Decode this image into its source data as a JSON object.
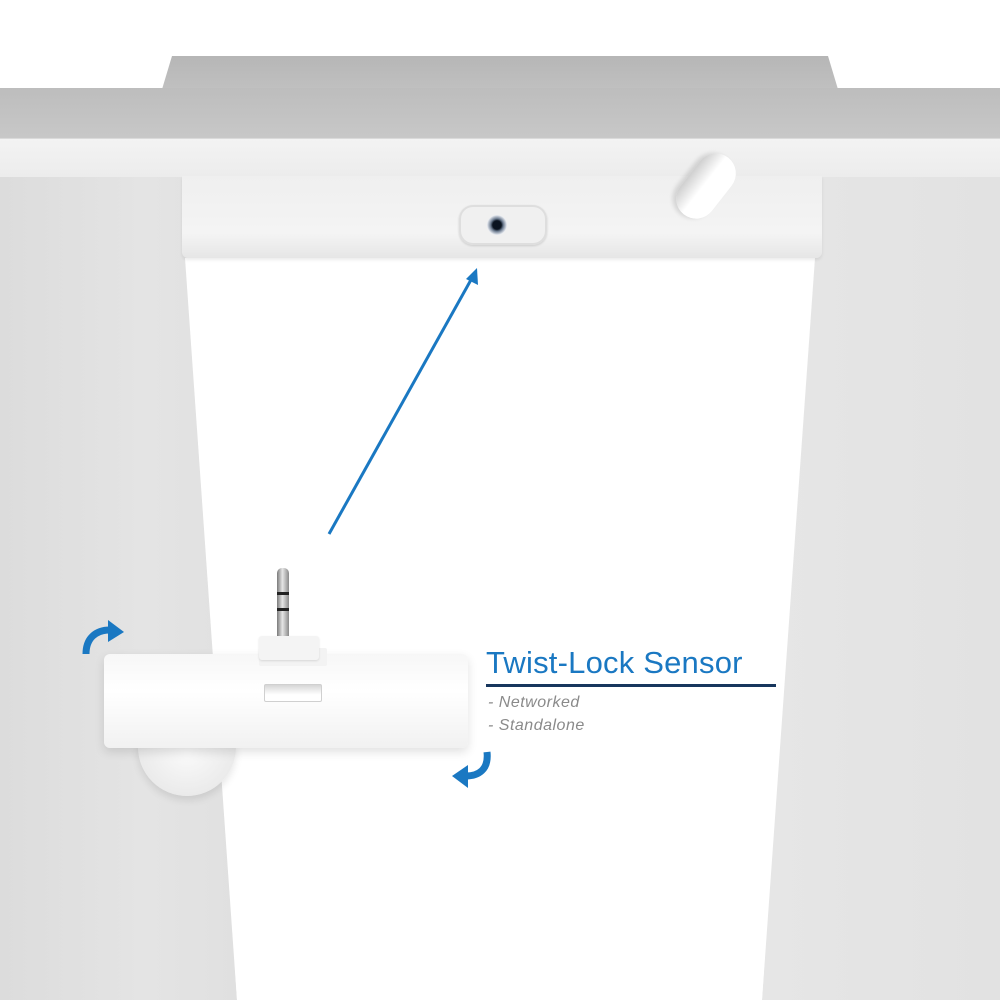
{
  "callout": {
    "title": "Twist-Lock Sensor",
    "options": [
      "- Networked",
      "- Standalone"
    ]
  },
  "colors": {
    "accent_blue": "#1a78c2",
    "rule_navy": "#17365d",
    "option_gray": "#8a8a8a",
    "fixture_gray": "#c2c2c2",
    "background": "#ffffff"
  },
  "icons": {
    "install_arrow": "arrow-up-right",
    "rotate_cw": "curved-arrow-clockwise",
    "rotate_ccw": "curved-arrow-counterclockwise"
  }
}
